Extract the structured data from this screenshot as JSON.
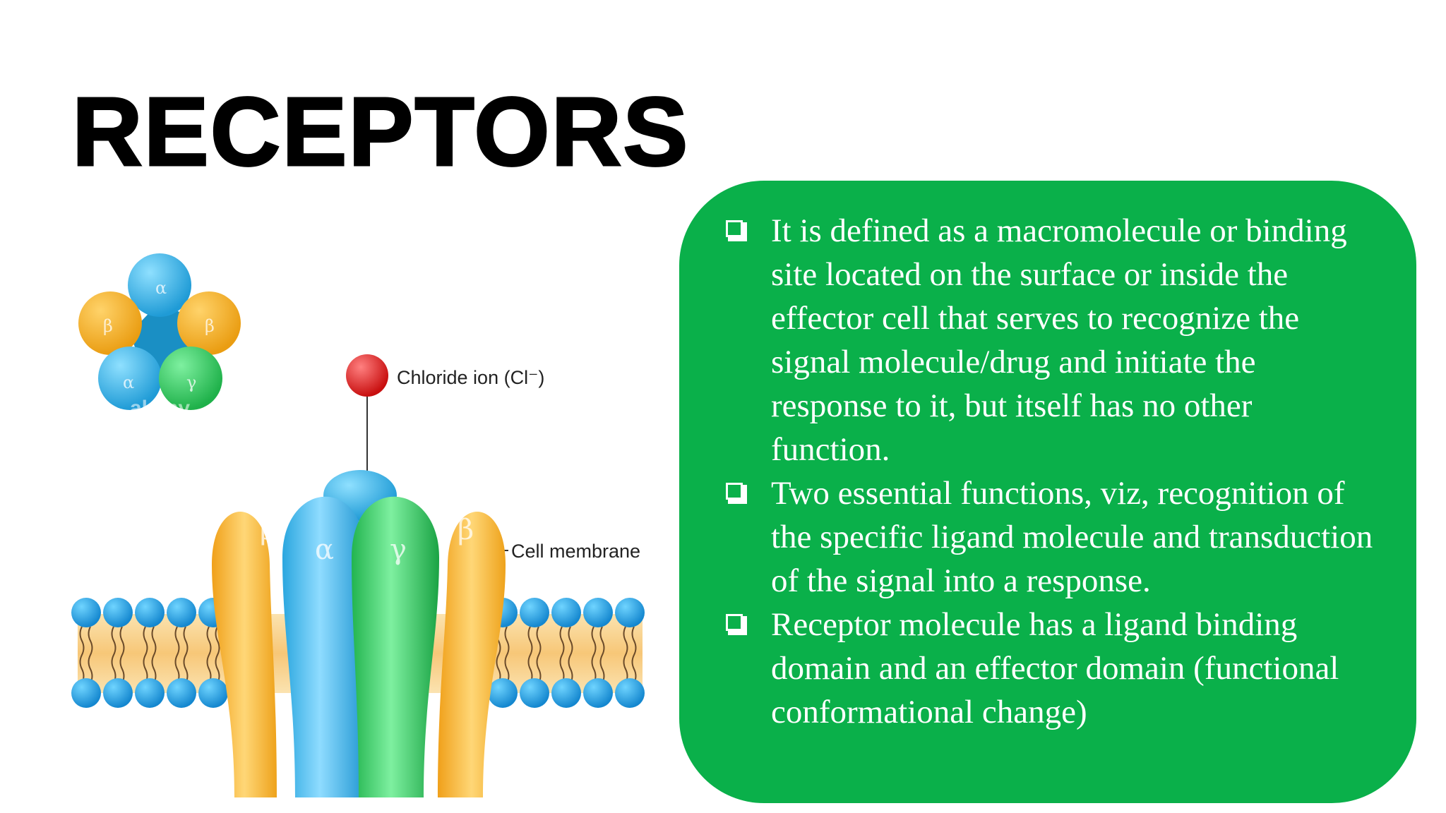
{
  "slide": {
    "title": "RECEPTORS",
    "colors": {
      "panel": "#0ab04a",
      "alpha": "#3cb8e8",
      "beta": "#f5b226",
      "gamma": "#2ec85a",
      "ion": "#e01818"
    }
  },
  "diagram": {
    "chloride_label": "Chloride ion (Cl⁻)",
    "membrane_label": "Cell membrane",
    "watermark": "alamy",
    "subunit_alpha": "α",
    "subunit_beta": "β",
    "subunit_gamma": "γ"
  },
  "bullets": [
    {
      "icon": "checkbox-icon",
      "text": "It is defined as a macromolecule or binding site located on the surface or inside the effector cell that serves to recognize the signal molecule/drug and initiate the response to it, but itself has no other function."
    },
    {
      "icon": "checkbox-icon",
      "text": "Two essential functions, viz, recognition of the specific ligand molecule and transduction of the signal into a response."
    },
    {
      "icon": "checkbox-icon",
      "text": "Receptor molecule has a ligand binding domain and an effector domain (functional conformational change)"
    }
  ]
}
